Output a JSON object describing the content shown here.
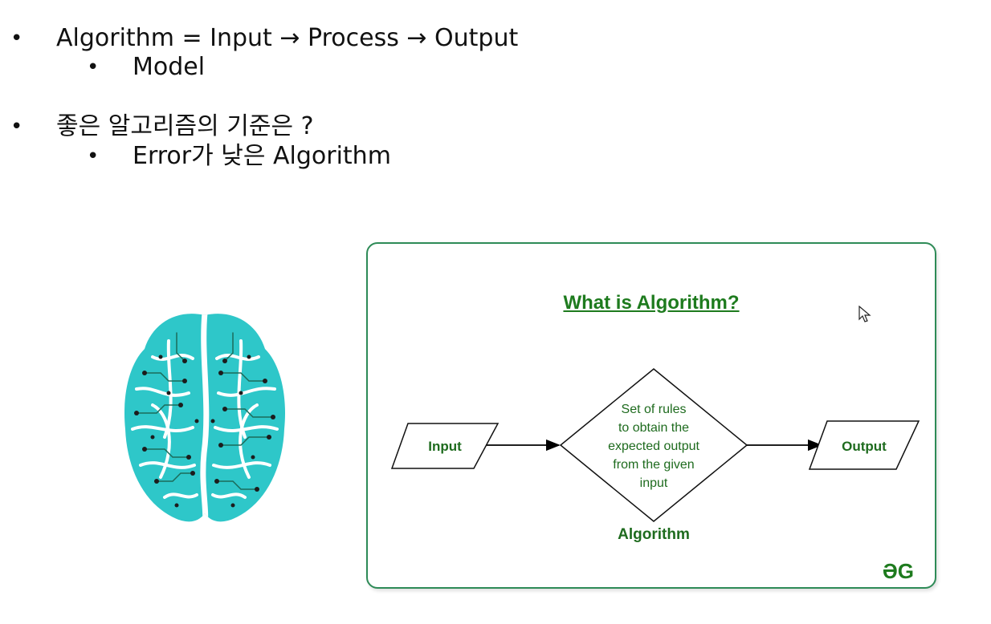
{
  "slide": {
    "bullets": [
      {
        "text": "Algorithm = Input → Process → Output",
        "sub": "Model"
      },
      {
        "text": "좋은 알고리즘의 기준은 ?",
        "sub": "Error가 낮은 Algorithm"
      }
    ],
    "bullet_glyph": "•"
  },
  "diagram": {
    "title": "What is Algorithm?",
    "input_label": "Input",
    "process_lines": [
      "Set of rules",
      "to obtain the",
      "expected output",
      "from the given",
      "input"
    ],
    "process_caption": "Algorithm",
    "output_label": "Output",
    "logo_text": "ƏG",
    "colors": {
      "border": "#2e8b57",
      "title": "#1e7b1e",
      "logo": "#1e7b1e"
    }
  },
  "images": {
    "brain_icon": "circuit-brain-icon",
    "brain_colors": {
      "fill": "#2ec7c9",
      "trace": "#1c1c1c"
    }
  }
}
